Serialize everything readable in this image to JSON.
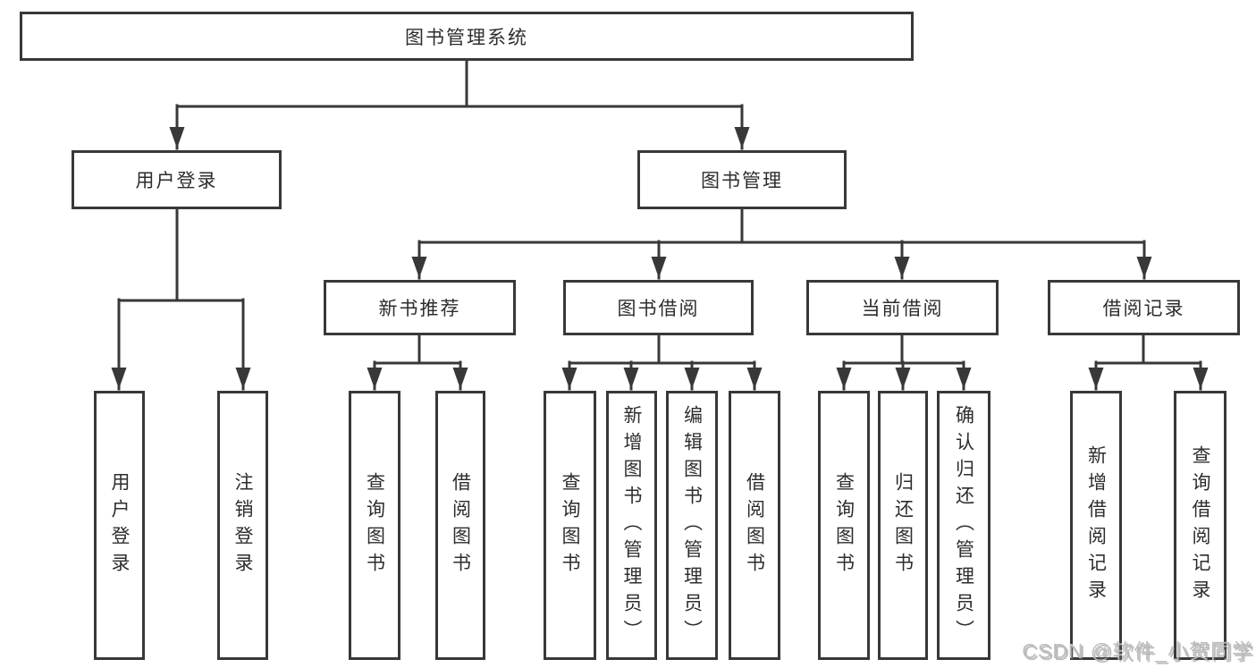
{
  "diagram": {
    "colors": {
      "stroke": "#383838",
      "text": "#2d2d2d",
      "background": "#ffffff",
      "watermark": "#bdbdbd"
    },
    "nodes": {
      "root": "图书管理系统",
      "userLogin": "用户登录",
      "bookMgmt": "图书管理",
      "newBookRec": "新书推荐",
      "bookBorrow": "图书借阅",
      "currentBorrow": "当前借阅",
      "borrowRecord": "借阅记录",
      "leafUserLogin": "用户登录",
      "leafLogout": "注销登录",
      "leafNbrQuery": "查询图书",
      "leafNbrBorrow": "借阅图书",
      "leafBbQuery": "查询图书",
      "leafBbAdd": "新增图书（管理员）",
      "leafBbEdit": "编辑图书（管理员）",
      "leafBbBorrow": "借阅图书",
      "leafCbQuery": "查询图书",
      "leafCbReturn": "归还图书",
      "leafCbConfirm": "确认归还（管理员）",
      "leafBrAdd": "新增借阅记录",
      "leafBrQuery": "查询借阅记录"
    },
    "watermark": "CSDN @软件_小贺同学"
  }
}
